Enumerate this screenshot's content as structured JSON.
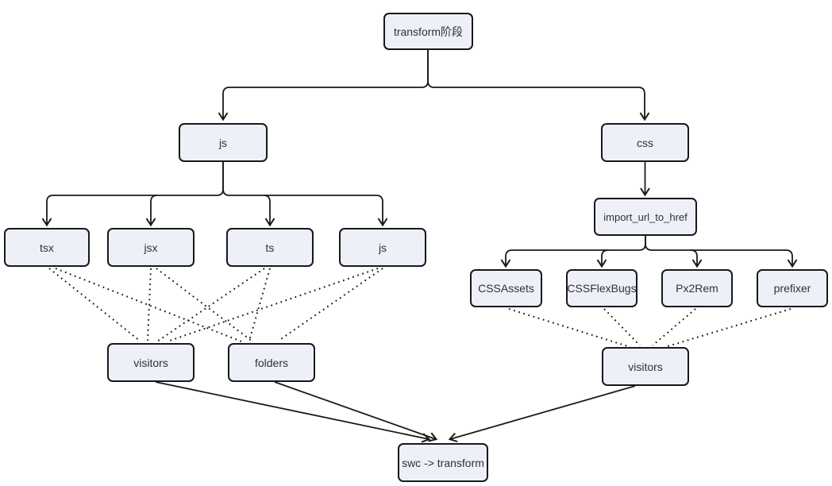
{
  "colors": {
    "background": "#ffffff",
    "node_fill": "#eef0f8",
    "node_border": "#17171f",
    "line": "#1a1a1a",
    "text": "#30303a"
  },
  "nodes": {
    "root": {
      "label": "transform阶段"
    },
    "js_branch": {
      "label": "js"
    },
    "css_branch": {
      "label": "css"
    },
    "import_url_to_href": {
      "label": "import_url_to_href"
    },
    "tsx": {
      "label": "tsx"
    },
    "jsx": {
      "label": "jsx"
    },
    "ts": {
      "label": "ts"
    },
    "js_file": {
      "label": "js"
    },
    "css_assets": {
      "label": "CSSAssets"
    },
    "css_flex_bugs": {
      "label": "CSSFlexBugs"
    },
    "px2rem": {
      "label": "Px2Rem"
    },
    "prefixer": {
      "label": "prefixer"
    },
    "visitors_js": {
      "label": "visitors"
    },
    "folders": {
      "label": "folders"
    },
    "visitors_css": {
      "label": "visitors"
    },
    "swc_transform": {
      "label": "swc -> transform"
    }
  },
  "edges": {
    "tree_arrows": [
      {
        "from": "transform阶段",
        "to": "js",
        "style": "solid-orthogonal"
      },
      {
        "from": "transform阶段",
        "to": "css",
        "style": "solid-orthogonal"
      },
      {
        "from": "js",
        "to": "tsx",
        "style": "solid-orthogonal"
      },
      {
        "from": "js",
        "to": "jsx",
        "style": "solid-orthogonal"
      },
      {
        "from": "js",
        "to": "ts",
        "style": "solid-orthogonal"
      },
      {
        "from": "js",
        "to": "js",
        "style": "solid-orthogonal"
      },
      {
        "from": "css",
        "to": "import_url_to_href",
        "style": "solid-straight"
      },
      {
        "from": "import_url_to_href",
        "to": "CSSAssets",
        "style": "solid-orthogonal"
      },
      {
        "from": "import_url_to_href",
        "to": "CSSFlexBugs",
        "style": "solid-orthogonal"
      },
      {
        "from": "import_url_to_href",
        "to": "Px2Rem",
        "style": "solid-orthogonal"
      },
      {
        "from": "import_url_to_href",
        "to": "prefixer",
        "style": "solid-orthogonal"
      }
    ],
    "dotted_links": [
      {
        "from": "tsx",
        "to": "visitors (js)"
      },
      {
        "from": "tsx",
        "to": "folders"
      },
      {
        "from": "jsx",
        "to": "visitors (js)"
      },
      {
        "from": "jsx",
        "to": "folders"
      },
      {
        "from": "ts",
        "to": "visitors (js)"
      },
      {
        "from": "ts",
        "to": "folders"
      },
      {
        "from": "js",
        "to": "visitors (js)"
      },
      {
        "from": "js",
        "to": "folders"
      },
      {
        "from": "CSSAssets",
        "to": "visitors (css)"
      },
      {
        "from": "CSSFlexBugs",
        "to": "visitors (css)"
      },
      {
        "from": "Px2Rem",
        "to": "visitors (css)"
      },
      {
        "from": "prefixer",
        "to": "visitors (css)"
      }
    ],
    "solid_arrows": [
      {
        "from": "visitors (js)",
        "to": "swc -> transform"
      },
      {
        "from": "folders",
        "to": "swc -> transform"
      },
      {
        "from": "visitors (css)",
        "to": "swc -> transform"
      }
    ]
  }
}
